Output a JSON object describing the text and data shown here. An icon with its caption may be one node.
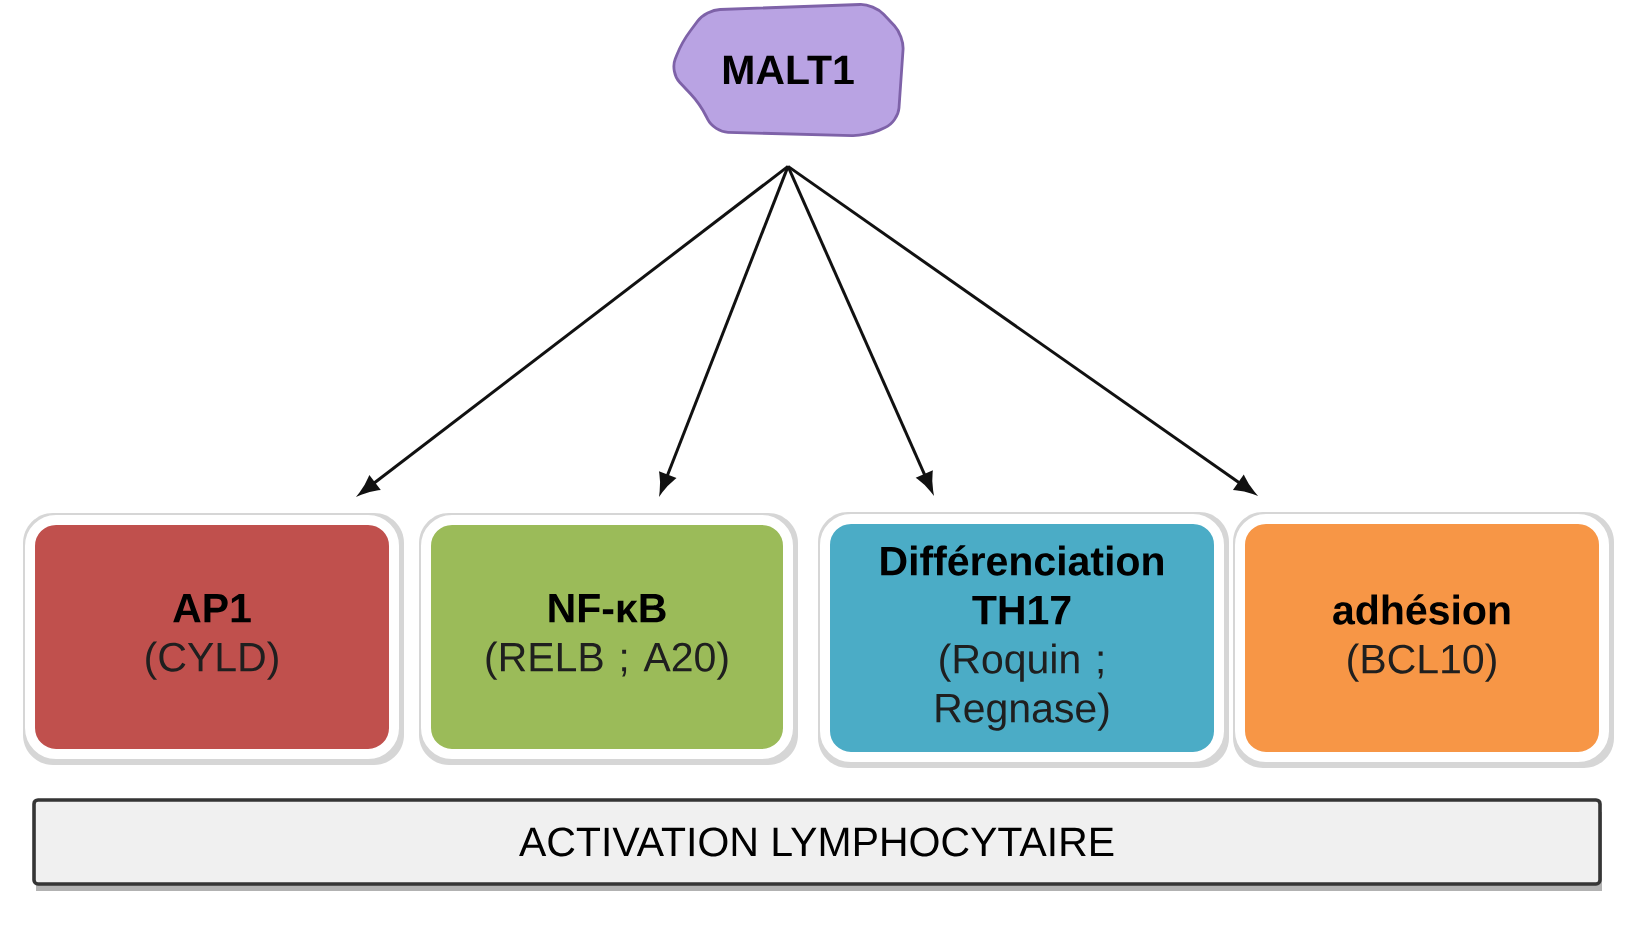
{
  "diagram": {
    "nodes": [
      {
        "text": [
          "MALT1"
        ]
      },
      {
        "text": [
          "AP1",
          "(CYLD)"
        ]
      },
      {
        "text": [
          "NF-κB",
          "(RELB ; A20)"
        ]
      },
      {
        "text": [
          "Différenciation TH17",
          "(Roquin ; Regnase)"
        ]
      },
      {
        "text": [
          "adhésion",
          "(BCL10)"
        ]
      },
      {
        "text": [
          "ACTIVATION LYMPHOCYTAIRE"
        ]
      }
    ],
    "edges": [
      {
        "from": 0,
        "to": 1,
        "arrow": "to"
      },
      {
        "from": 0,
        "to": 2,
        "arrow": "to"
      },
      {
        "from": 0,
        "to": 3,
        "arrow": "to"
      },
      {
        "from": 0,
        "to": 4,
        "arrow": "to"
      }
    ]
  }
}
